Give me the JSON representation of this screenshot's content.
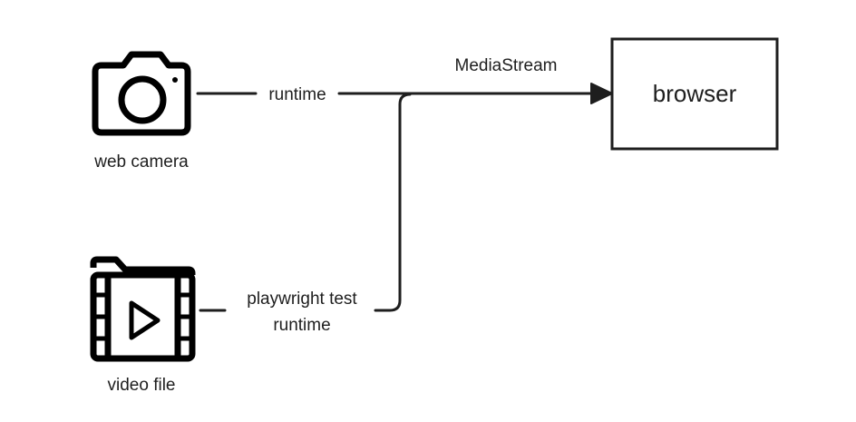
{
  "nodes": {
    "web_camera": {
      "label": "web camera",
      "icon": "camera-icon"
    },
    "video_file": {
      "label": "video file",
      "icon": "video-file-icon"
    },
    "browser": {
      "label": "browser"
    }
  },
  "edges": {
    "camera_to_browser": {
      "label": "runtime"
    },
    "video_to_browser": {
      "label_line1": "playwright test",
      "label_line2": "runtime"
    },
    "merged_stream": {
      "label": "MediaStream"
    }
  },
  "colors": {
    "stroke": "#1e1e1e",
    "background": "#ffffff"
  }
}
